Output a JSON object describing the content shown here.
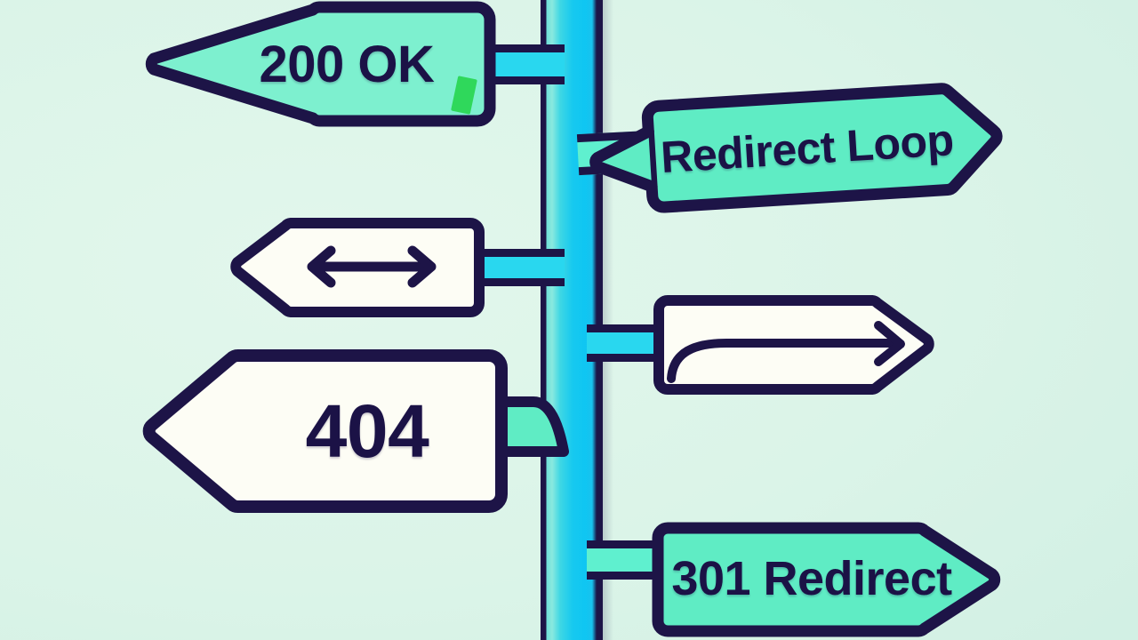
{
  "scene": {
    "title": "HTTP status signpost",
    "description": "Illustrated directional signpost with HTTP status code signs mounted on a cyan pole",
    "background_color": "#ddf5e9",
    "pole_color": "#17c9ef",
    "outline_color": "#1d1447",
    "accent_green": "#2fd85b"
  },
  "signs": [
    {
      "id": "sign-200-ok",
      "label": "200 OK",
      "direction": "left",
      "fill": "#7df0cf",
      "has_accent_tick": true,
      "accent_color": "#2fd85b",
      "connector": "cyan"
    },
    {
      "id": "sign-redirect-loop",
      "label": "Redirect Loop",
      "direction": "right",
      "fill": "#5fecc4",
      "has_accent_tick": false,
      "connector": "mint",
      "tilt": "slight"
    },
    {
      "id": "sign-bidirectional",
      "label": "",
      "icon": "double-arrow-icon",
      "direction": "left",
      "fill": "#fdfdf5",
      "connector": "cyan"
    },
    {
      "id": "sign-curved-arrow",
      "label": "",
      "icon": "curved-arrow-right-icon",
      "direction": "right",
      "fill": "#fdfdf5",
      "connector": "cyan"
    },
    {
      "id": "sign-404",
      "label": "404",
      "direction": "left",
      "fill": "#fdfdf5",
      "connector": "mint"
    },
    {
      "id": "sign-301-redirect",
      "label": "301 Redirect",
      "direction": "right",
      "fill": "#5fecc4",
      "connector": "mint"
    }
  ]
}
